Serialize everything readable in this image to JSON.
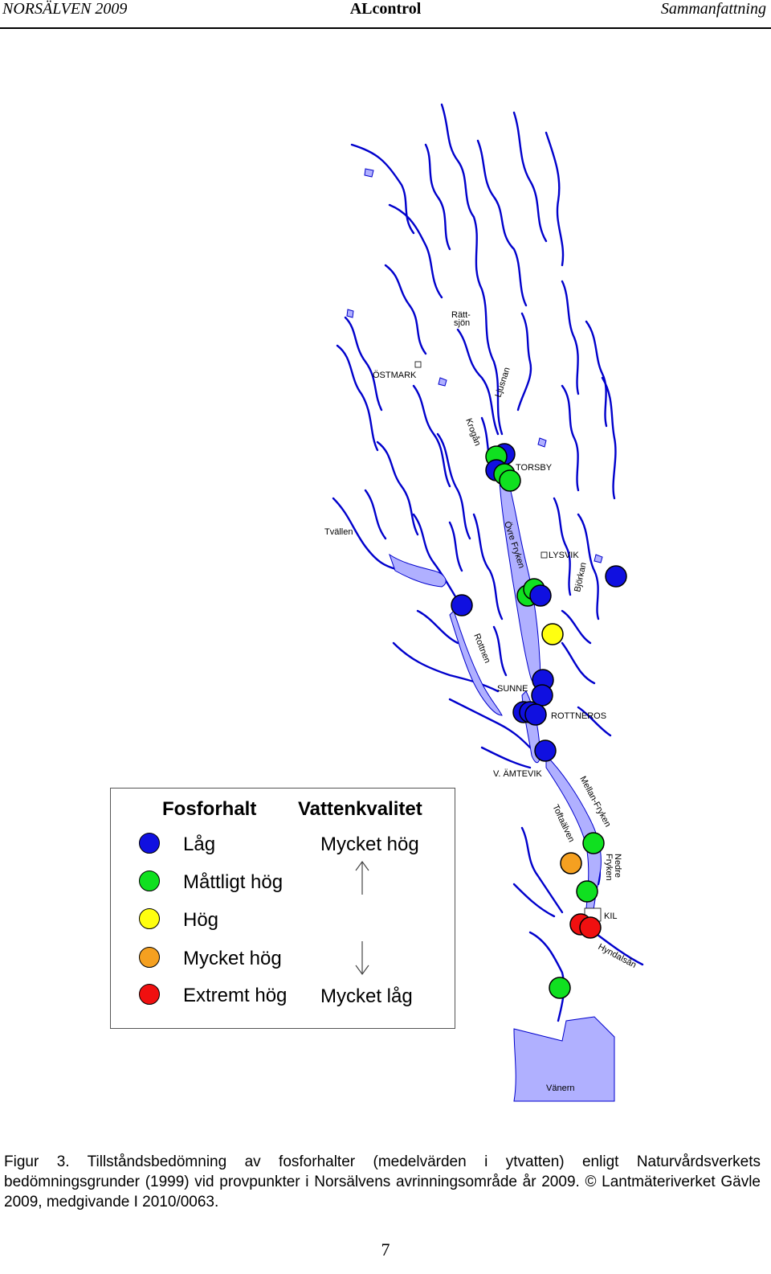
{
  "header": {
    "left": "NORSÄLVEN 2009",
    "center": "ALcontrol",
    "right": "Sammanfattning"
  },
  "map_labels": {
    "rattsjon": "Rätt-\nsjön",
    "ostmark": "ÖSTMARK",
    "ljusnan": "Ljusnan",
    "krogan": "Krogån",
    "torsby": "TORSBY",
    "tvallen": "Tvällen",
    "ovre_fryken": "Övre Fryken",
    "lysvik": "LYSVIK",
    "borkan": "Björkan",
    "rottnen": "Rottnen",
    "sunne": "SUNNE",
    "rottneros": "ROTTNEROS",
    "v_amtevik": "V. ÄMTEVIK",
    "mellan_fryken": "Mellan-Fryken",
    "toftaalven": "Toftaälven",
    "nedre_fryken": "Nedre\nFryken",
    "kil": "KIL",
    "hyndalsan": "Hyndalsån",
    "vanern": "Vänern"
  },
  "legend": {
    "heading_left": "Fosforhalt",
    "heading_right": "Vattenkvalitet",
    "items": [
      {
        "label": "Låg",
        "color": "#1010e0"
      },
      {
        "label": "Måttligt hög",
        "color": "#10e020"
      },
      {
        "label": "Hög",
        "color": "#ffff10"
      },
      {
        "label": "Mycket hög",
        "color": "#f5a020"
      },
      {
        "label": "Extremt hög",
        "color": "#f01010"
      }
    ],
    "quality_top": "Mycket hög",
    "quality_bottom": "Mycket låg"
  },
  "stations": [
    {
      "level": "Låg",
      "color": "#1010e0"
    },
    {
      "level": "Måttligt hög",
      "color": "#10e020"
    },
    {
      "level": "Låg",
      "color": "#1010e0"
    },
    {
      "level": "Måttligt hög",
      "color": "#10e020"
    },
    {
      "level": "Måttligt hög",
      "color": "#10e020"
    },
    {
      "level": "Måttligt hög",
      "color": "#10e020"
    },
    {
      "level": "Måttligt hög",
      "color": "#10e020"
    },
    {
      "level": "Låg",
      "color": "#1010e0"
    },
    {
      "level": "Låg",
      "color": "#1010e0"
    },
    {
      "level": "Låg",
      "color": "#1010e0"
    },
    {
      "level": "Hög",
      "color": "#ffff10"
    },
    {
      "level": "Låg",
      "color": "#1010e0"
    },
    {
      "level": "Låg",
      "color": "#1010e0"
    },
    {
      "level": "Låg",
      "color": "#1010e0"
    },
    {
      "level": "Låg",
      "color": "#1010e0"
    },
    {
      "level": "Låg",
      "color": "#1010e0"
    },
    {
      "level": "Låg",
      "color": "#1010e0"
    },
    {
      "level": "Måttligt hög",
      "color": "#10e020"
    },
    {
      "level": "Mycket hög",
      "color": "#f5a020"
    },
    {
      "level": "Måttligt hög",
      "color": "#10e020"
    },
    {
      "level": "Extremt hög",
      "color": "#f01010"
    },
    {
      "level": "Extremt hög",
      "color": "#f01010"
    },
    {
      "level": "Måttligt hög",
      "color": "#10e020"
    }
  ],
  "caption": "Figur 3. Tillståndsbedömning av fosforhalter (medelvärden i ytvatten) enligt Naturvårdsverkets bedömningsgrunder (1999) vid provpunkter i Norsälvens avrinningsområde år 2009. © Lantmäteriverket Gävle 2009, medgivande I 2010/0063.",
  "page_number": "7",
  "colors": {
    "river": "#0000cc",
    "lake": "#b0b0ff"
  }
}
